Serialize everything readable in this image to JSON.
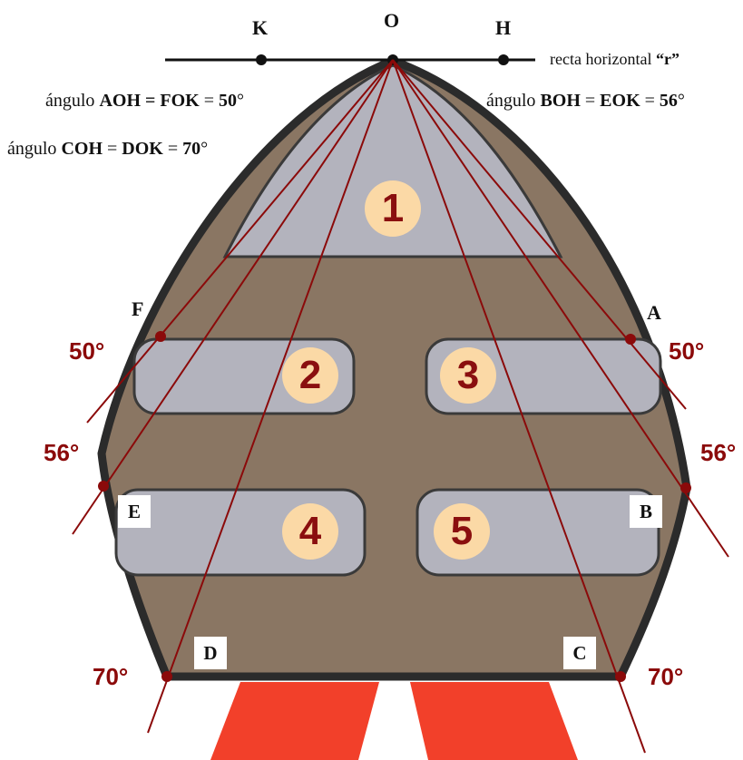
{
  "points": {
    "K": "K",
    "O": "O",
    "H": "H",
    "F": "F",
    "A": "A",
    "E": "E",
    "B": "B",
    "D": "D",
    "C": "C"
  },
  "line_label": {
    "prefix": "recta horizontal",
    "name": "“r”"
  },
  "equations": [
    {
      "pre": "ángulo ",
      "a": "AOH = FOK",
      "mid": " = ",
      "val": "50",
      "unit": "°"
    },
    {
      "pre": "ángulo ",
      "a": "BOH",
      "mid1": " = ",
      "b": "EOK",
      "mid2": " = ",
      "val": "56",
      "unit": "°"
    },
    {
      "pre": "ángulo ",
      "a": "COH",
      "mid1": " = ",
      "b": "DOK",
      "mid2": " = ",
      "val": "70",
      "unit": "°"
    }
  ],
  "angles": {
    "left_50": "50°",
    "right_50": "50°",
    "left_56": "56°",
    "right_56": "56°",
    "left_70": "70°",
    "right_70": "70°"
  },
  "windows": [
    "1",
    "2",
    "3",
    "4",
    "5"
  ],
  "colors": {
    "hull": "#8a7663",
    "outline": "#2b2b2b",
    "window": "#b3b3bd",
    "badge": "#fbd9a6",
    "number": "#8a0f0f",
    "ray": "#8b0a0a",
    "flame": "#f2402a"
  }
}
